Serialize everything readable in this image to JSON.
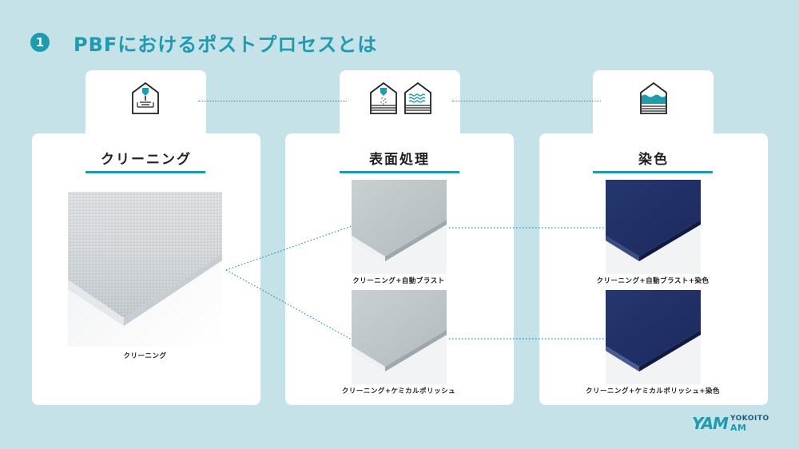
{
  "header": {
    "number": "1",
    "title": "PBFにおけるポストプロセスとは"
  },
  "sections": [
    {
      "title": "クリーニング",
      "captions": [
        "クリーニング"
      ]
    },
    {
      "title": "表面処理",
      "captions": [
        "クリーニング+自動ブラスト",
        "クリーニング+ケミカルポリッシュ"
      ]
    },
    {
      "title": "染色",
      "captions": [
        "クリーニング+自動ブラスト+染色",
        "クリーニング+ケミカルポリッシュ+染色"
      ]
    }
  ],
  "icons": [
    "cleaning-icon",
    "blast-icon",
    "chemical-polish-icon",
    "dyeing-icon"
  ],
  "logo": {
    "mark": "YAM",
    "line1": "YOKOITO",
    "line2": "AM"
  },
  "colors": {
    "background": "#c4e2e8",
    "accent": "#1e9bb0",
    "navy": "#1f2f6b"
  }
}
